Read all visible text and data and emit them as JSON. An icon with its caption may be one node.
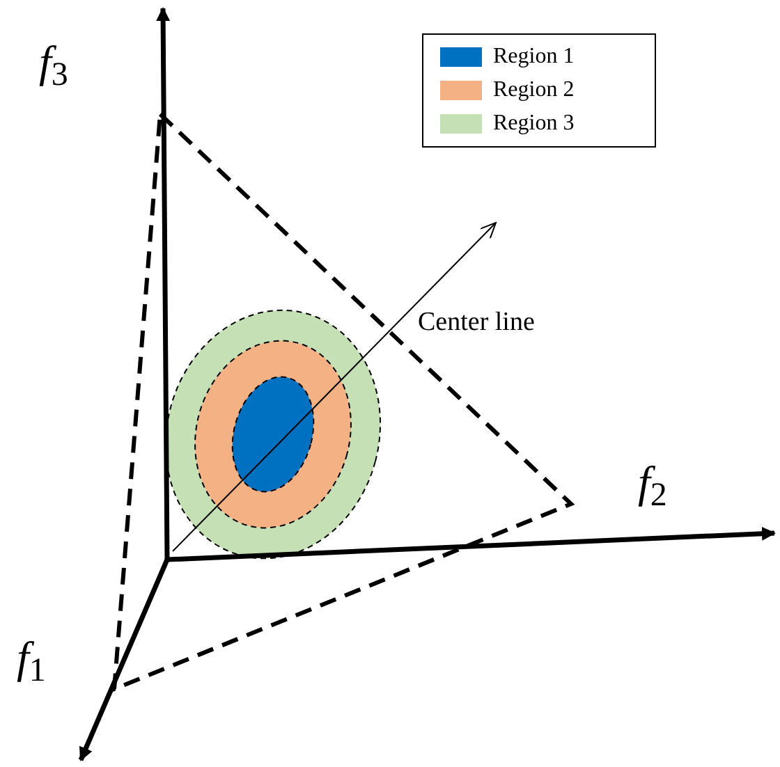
{
  "diagram": {
    "labels": [
      "*f*$_{3}$",
      "Center line",
      "*f*$_{2}$",
      "*f*$_{1}$"
    ],
    "legend": [
      {
        "text": "Region 1",
        "color": "#0070c0"
      },
      {
        "text": "Region 2",
        "color": "#f4b183"
      },
      {
        "text": "Region 3",
        "color": "#c5e0b4"
      }
    ]
  }
}
